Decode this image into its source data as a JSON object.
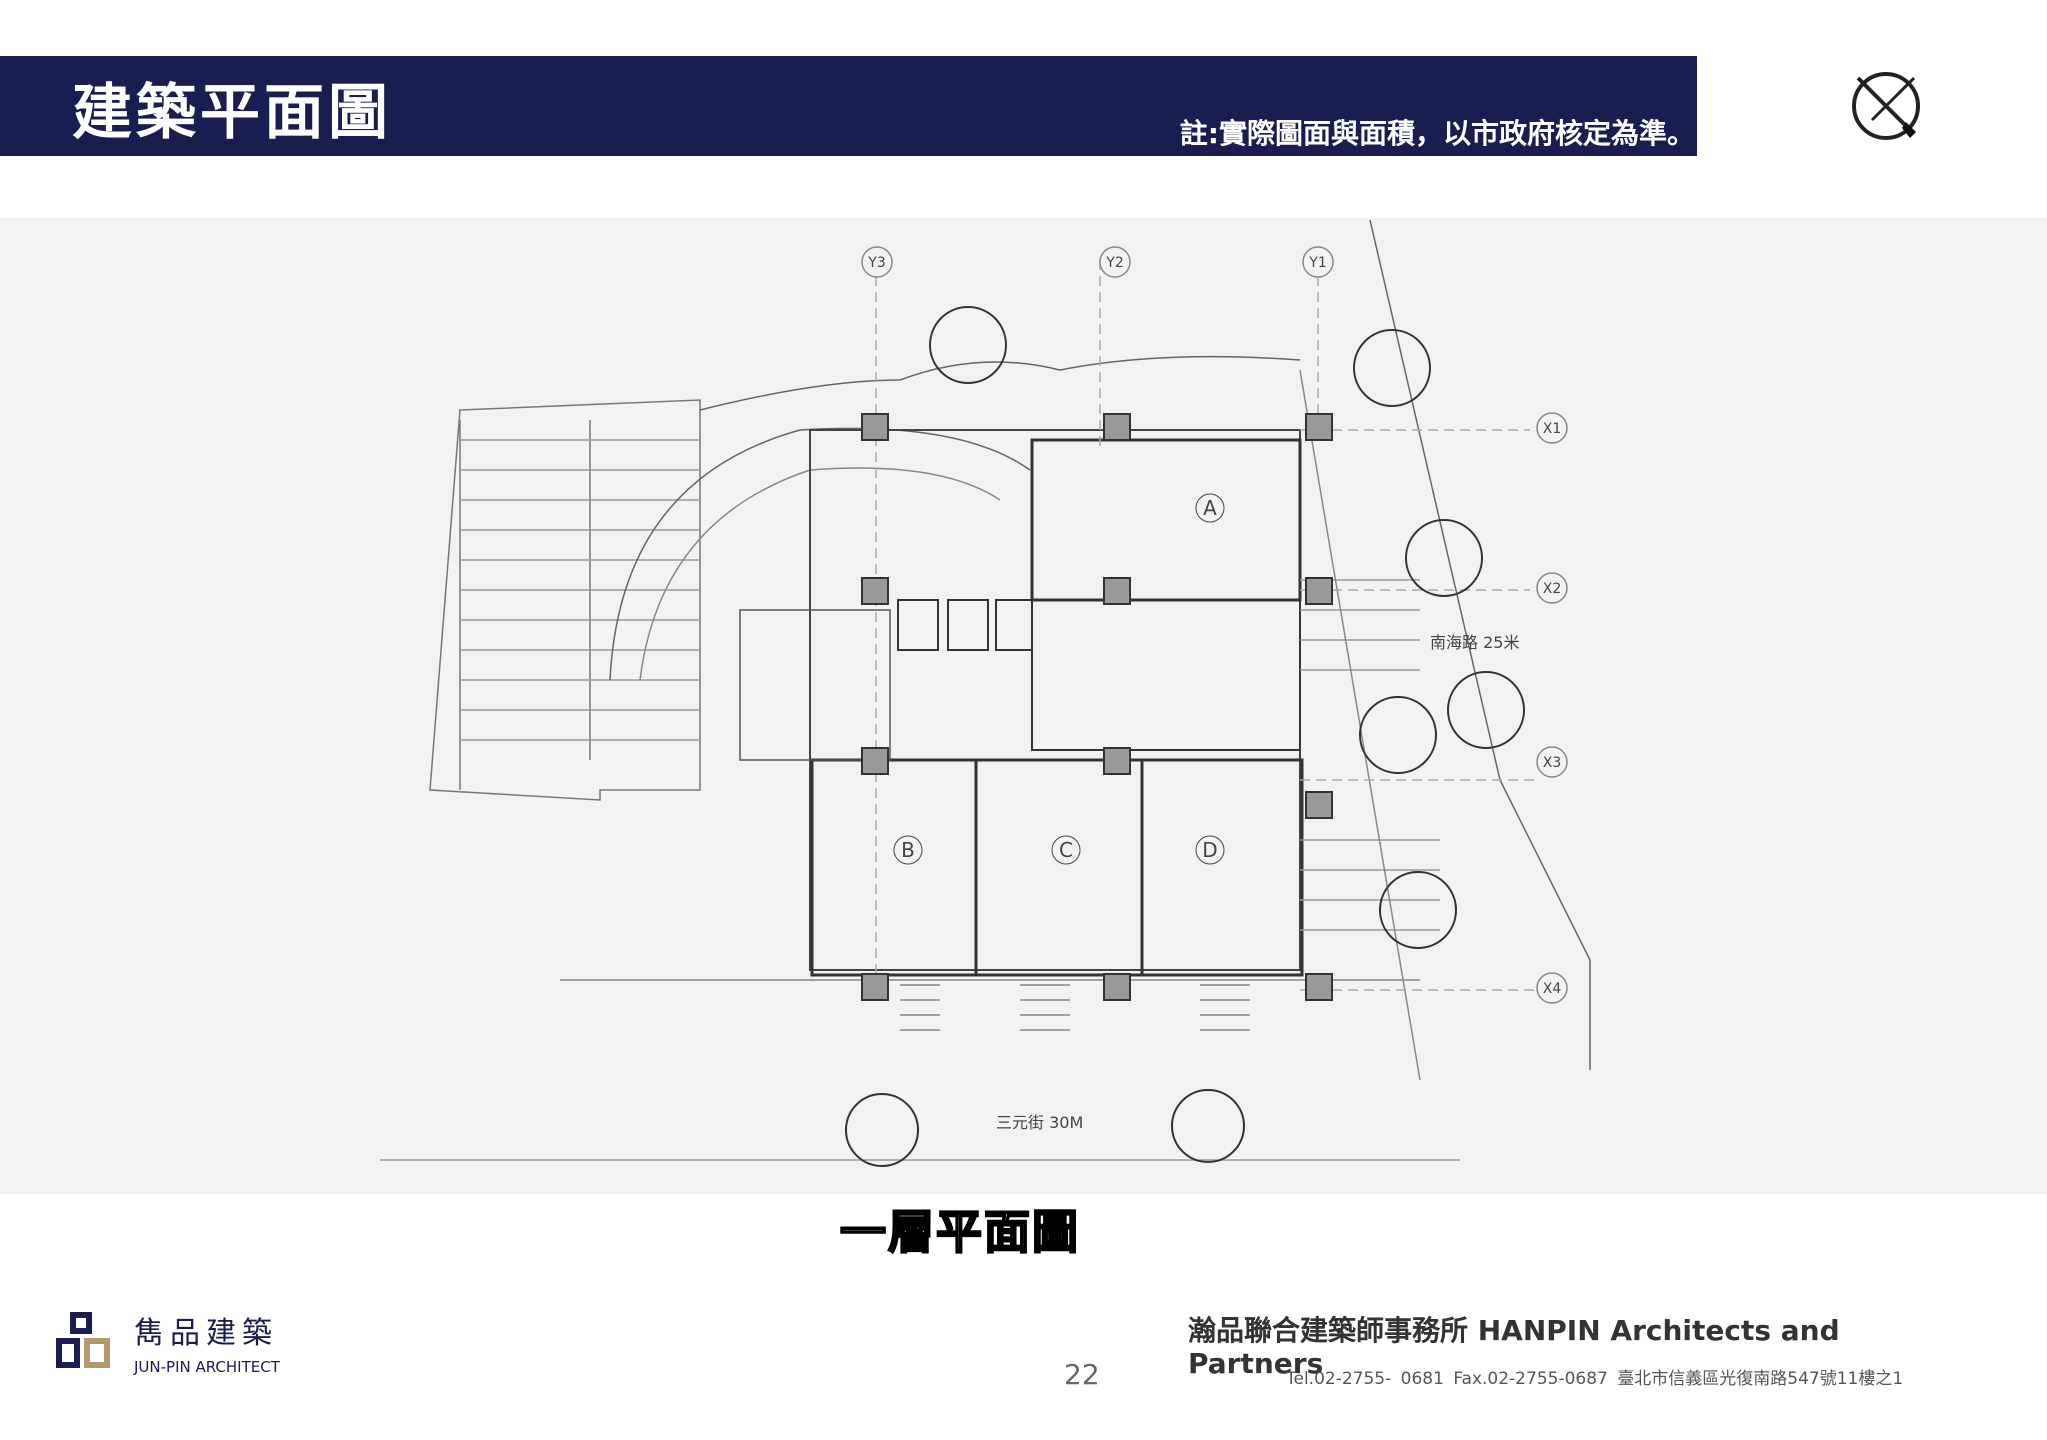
{
  "header": {
    "title": "建築平面圖",
    "note": "註:實際圖面與面積，以市政府核定為準。",
    "bar_color": "#1b1c4f"
  },
  "plan": {
    "caption": "一層平面圖",
    "grid_labels": [
      "Y3",
      "Y2",
      "Y1",
      "X1",
      "X2",
      "X3",
      "X4"
    ],
    "unit_labels": [
      "A",
      "B",
      "C",
      "D"
    ],
    "street_labels": [
      "三元街 30M",
      "南海路 25米"
    ]
  },
  "footer": {
    "brand_cn": "雋品建築",
    "brand_en": "JUN-PIN ARCHITECT",
    "page_number": "22",
    "firm": "瀚品聯合建築師事務所  HANPIN Architects and Partners",
    "contact": "Tel.02-2755- 0681    Fax.02-2755-0687    臺北市信義區光復南路547號11樓之1"
  },
  "icons": {
    "north_arrow": "north-arrow-icon",
    "logo": "jun-pin-logo-icon"
  }
}
